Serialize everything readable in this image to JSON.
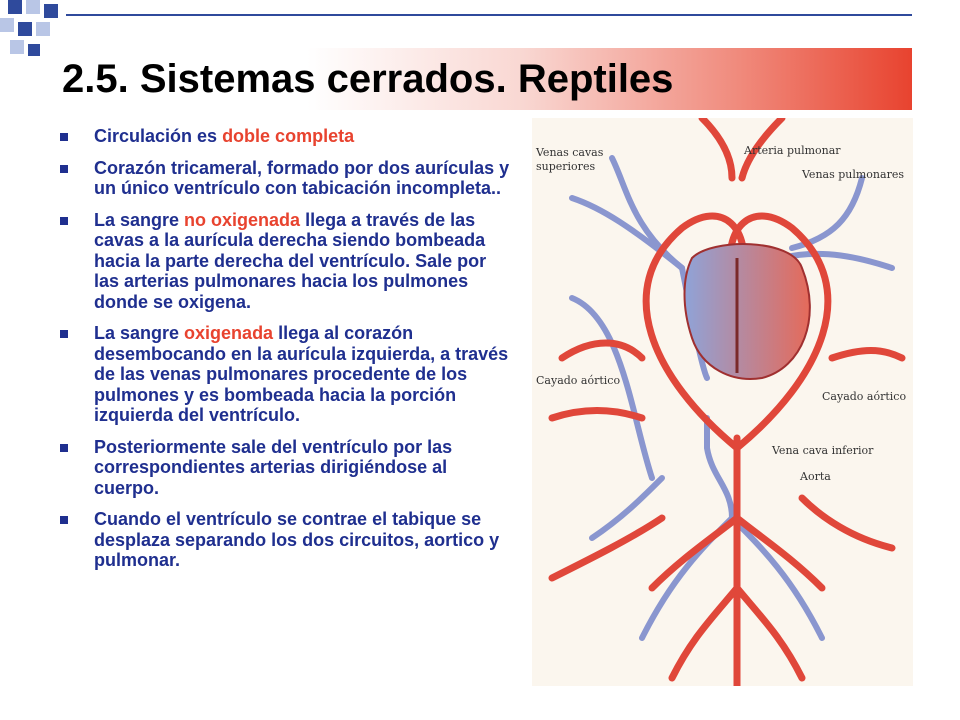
{
  "slide": {
    "title": "2.5. Sistemas cerrados. Reptiles",
    "colors": {
      "accent_red": "#e8432f",
      "text_blue": "#1f2f8f",
      "deco_blue": "#2f4a9c",
      "deco_light": "#b9c6e6"
    }
  },
  "bullets": [
    {
      "segments": [
        "Circulación es ",
        "doble completa"
      ],
      "highlight": [
        1
      ]
    },
    {
      "segments": [
        "Corazón tricameral, formado por dos aurículas y un único ventrículo con tabicación incompleta.."
      ],
      "highlight": []
    },
    {
      "segments": [
        "La sangre ",
        "no oxigenada",
        " llega a través de las cavas a la aurícula derecha siendo bombeada hacia la parte derecha del ventrículo. Sale por las arterias pulmonares hacia los pulmones donde se oxigena."
      ],
      "highlight": [
        1
      ]
    },
    {
      "segments": [
        "La sangre ",
        "oxigenada",
        " llega al corazón desembocando en la aurícula izquierda, a través de las venas pulmonares procedente de los pulmones y es bombeada hacia la porción izquierda del ventrículo."
      ],
      "highlight": [
        1
      ]
    },
    {
      "segments": [
        "Posteriormente sale del ventrículo por las correspondientes arterias dirigiéndose al cuerpo."
      ],
      "highlight": []
    },
    {
      "segments": [
        "Cuando el ventrículo se contrae el tabique se desplaza separando los dos circuitos, aortico y pulmonar."
      ],
      "highlight": []
    }
  ],
  "diagram": {
    "labels": {
      "venas_cavas_1": "Venas cavas",
      "venas_cavas_2": "superiores",
      "arteria_pulmonar": "Arteria pulmonar",
      "venas_pulmonares": "Venas pulmonares",
      "cayado_izq": "Cayado aórtico",
      "cayado_der": "Cayado aórtico",
      "vena_cava_inferior": "Vena cava inferior",
      "aorta": "Aorta"
    }
  }
}
